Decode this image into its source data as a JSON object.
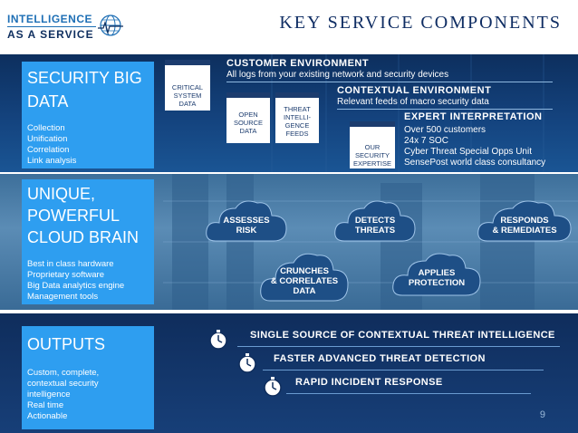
{
  "header": {
    "logo_line1": "INTELLIGENCE",
    "logo_line2": "AS A SERVICE",
    "title": "KEY SERVICE COMPONENTS"
  },
  "section1": {
    "box_title_lines": [
      "SECURITY BIG",
      "DATA"
    ],
    "items": [
      "Collection",
      "Unification",
      "Correlation",
      "Link analysis"
    ],
    "docs": {
      "critical": [
        "CRITICAL",
        "SYSTEM",
        "DATA"
      ],
      "open": [
        "OPEN",
        "SOURCE",
        "DATA"
      ],
      "threat": [
        "THREAT",
        "INTELLI-",
        "GENCE",
        "FEEDS"
      ],
      "our": [
        "OUR",
        "SECURITY",
        "EXPERTISE"
      ]
    },
    "customer_env": {
      "heading": "CUSTOMER ENVIRONMENT",
      "sub": "All logs from your existing network and security devices"
    },
    "contextual_env": {
      "heading": "CONTEXTUAL ENVIRONMENT",
      "sub": "Relevant feeds of macro security data"
    },
    "expert": {
      "heading": "EXPERT INTERPRETATION",
      "items": [
        "Over 500 customers",
        "24x 7 SOC",
        "Cyber Threat Special Opps Unit",
        "SensePost world class consultancy"
      ]
    }
  },
  "section2": {
    "box_title_lines": [
      "UNIQUE,",
      "POWERFUL",
      "CLOUD BRAIN"
    ],
    "items": [
      "Best in class hardware",
      "Proprietary software",
      "Big Data analytics engine",
      "Management tools"
    ],
    "clouds": {
      "assesses": [
        "ASSESSES",
        "RISK"
      ],
      "detects": [
        "DETECTS",
        "THREATS"
      ],
      "responds": [
        "RESPONDS",
        "& REMEDIATES"
      ],
      "crunches": [
        "CRUNCHES",
        "& CORRELATES",
        "DATA"
      ],
      "applies": [
        "APPLIES",
        "PROTECTION"
      ]
    }
  },
  "section3": {
    "box_title": "OUTPUTS",
    "items": [
      "Custom, complete,",
      "contextual security",
      "intelligence",
      "Real time",
      "Actionable"
    ],
    "outputs": [
      "SINGLE SOURCE OF CONTEXTUAL THREAT INTELLIGENCE",
      "FASTER ADVANCED THREAT DETECTION",
      "RAPID INCIDENT RESPONSE"
    ]
  },
  "page_number": "9",
  "colors": {
    "accent": "#2e9ef0",
    "navy": "#0f2d63"
  }
}
